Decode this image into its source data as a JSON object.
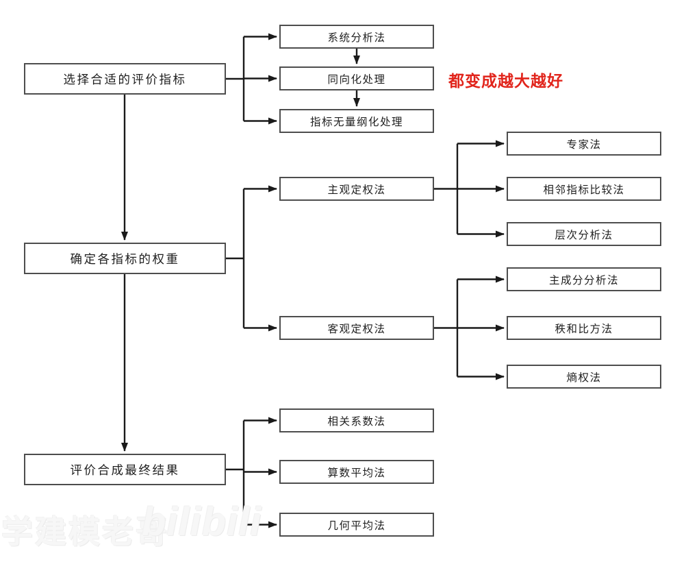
{
  "palette": {
    "box_border": "#4d4d4d",
    "line_color": "#1a1a1a",
    "text_color": "#1f1f1f",
    "annotation_red": "#e1241b",
    "background": "#ffffff"
  },
  "flow": {
    "steps": [
      {
        "label": "选择合适的评价指标"
      },
      {
        "label": "确定各指标的权重"
      },
      {
        "label": "评价合成最终结果"
      }
    ],
    "indicator_processing": [
      "系统分析法",
      "同向化处理",
      "指标无量纲化处理"
    ],
    "annotation": "都变成越大越好",
    "weighting": {
      "subjective": {
        "label": "主观定权法",
        "children": [
          "专家法",
          "相邻指标比较法",
          "层次分析法"
        ]
      },
      "objective": {
        "label": "客观定权法",
        "children": [
          "主成分分析法",
          "秩和比方法",
          "熵权法"
        ]
      }
    },
    "synthesis_methods": [
      "相关系数法",
      "算数平均法",
      "几何平均法"
    ]
  },
  "watermark": {
    "brand": "学建模老哥",
    "logo": "bilibili"
  }
}
